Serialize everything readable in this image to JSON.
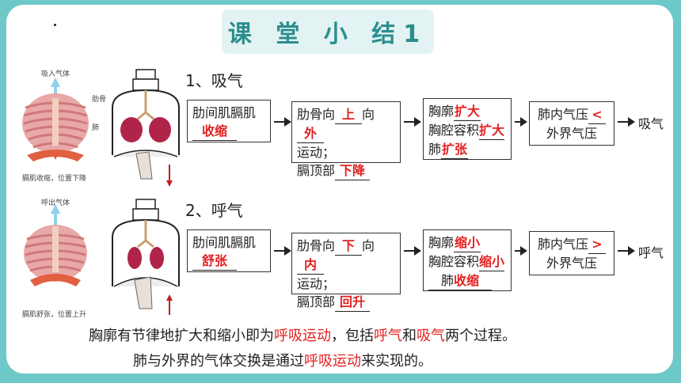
{
  "title": "课 堂 小 结1",
  "inhale": {
    "label": "1、吸气",
    "diagram_caption_top": "吸入气体",
    "diagram_caption_rib": "肋骨",
    "diagram_caption_lung": "肺",
    "diagram_caption_bottom": "膈肌收缩，位置下降",
    "box1_text": "肋间肌膈肌",
    "box1_answer": "收缩",
    "box2_line1_a": "肋骨向",
    "box2_answer1": "上",
    "box2_line1_b": "向",
    "box2_answer2": "外",
    "box2_line2": "运动；",
    "box2_line3": "膈顶部",
    "box2_answer3": "下降",
    "box3_line1": "胸廓",
    "box3_answer1": "扩大",
    "box3_line2": "胸腔容积",
    "box3_answer2": "扩大",
    "box3_line3": "肺",
    "box3_answer3": "扩张",
    "box4_line1": "肺内气压",
    "box4_answer": "<",
    "box4_line2": "外界气压",
    "result": "吸气"
  },
  "exhale": {
    "label": "2、呼气",
    "diagram_caption_top": "呼出气体",
    "diagram_caption_bottom": "膈肌舒张，位置上升",
    "box1_text": "肋间肌膈肌",
    "box1_answer": "舒张",
    "box2_line1_a": "肋骨向",
    "box2_answer1": "下",
    "box2_line1_b": "向",
    "box2_answer2": "内",
    "box2_line2": "运动；",
    "box2_line3": "膈顶部",
    "box2_answer3": "回升",
    "box3_line1": "胸廓",
    "box3_answer1": "缩小",
    "box3_line2": "胸腔容积",
    "box3_answer2": "缩小",
    "box3_answer3": "肺",
    "box3_answer3b": "收缩",
    "box4_line1": "肺内气压",
    "box4_answer": ">",
    "box4_line2": "外界气压",
    "result": "呼气"
  },
  "summary": {
    "line1_a": "胸廓有节律地扩大和缩小即为",
    "line1_hl1": "呼吸运动",
    "line1_b": "，包括",
    "line1_hl2": "呼气",
    "line1_c": "和",
    "line1_hl3": "吸气",
    "line1_d": "两个过程。",
    "line2_a": "肺与外界的气体交换是通过",
    "line2_hl": "呼吸运动",
    "line2_b": "来实现的。"
  },
  "colors": {
    "background": "#6ec8c8",
    "title": "#2c8e8e",
    "answer": "#e41f1f"
  }
}
